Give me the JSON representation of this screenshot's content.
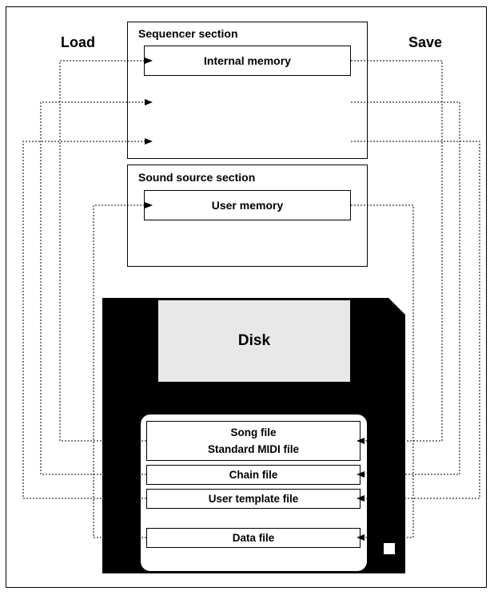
{
  "labels": {
    "load": "Load",
    "save": "Save"
  },
  "sequencer": {
    "title": "Sequencer section",
    "memory": "Internal memory"
  },
  "sound_source": {
    "title": "Sound source section",
    "memory": "User memory"
  },
  "disk": {
    "label": "Disk",
    "files": {
      "song": "Song file",
      "smf": "Standard MIDI file",
      "chain": "Chain file",
      "template": "User template file",
      "data": "Data file"
    }
  },
  "colors": {
    "disk_body": "#000000",
    "disk_label_area": "#e8e8e8",
    "line": "#000000"
  }
}
